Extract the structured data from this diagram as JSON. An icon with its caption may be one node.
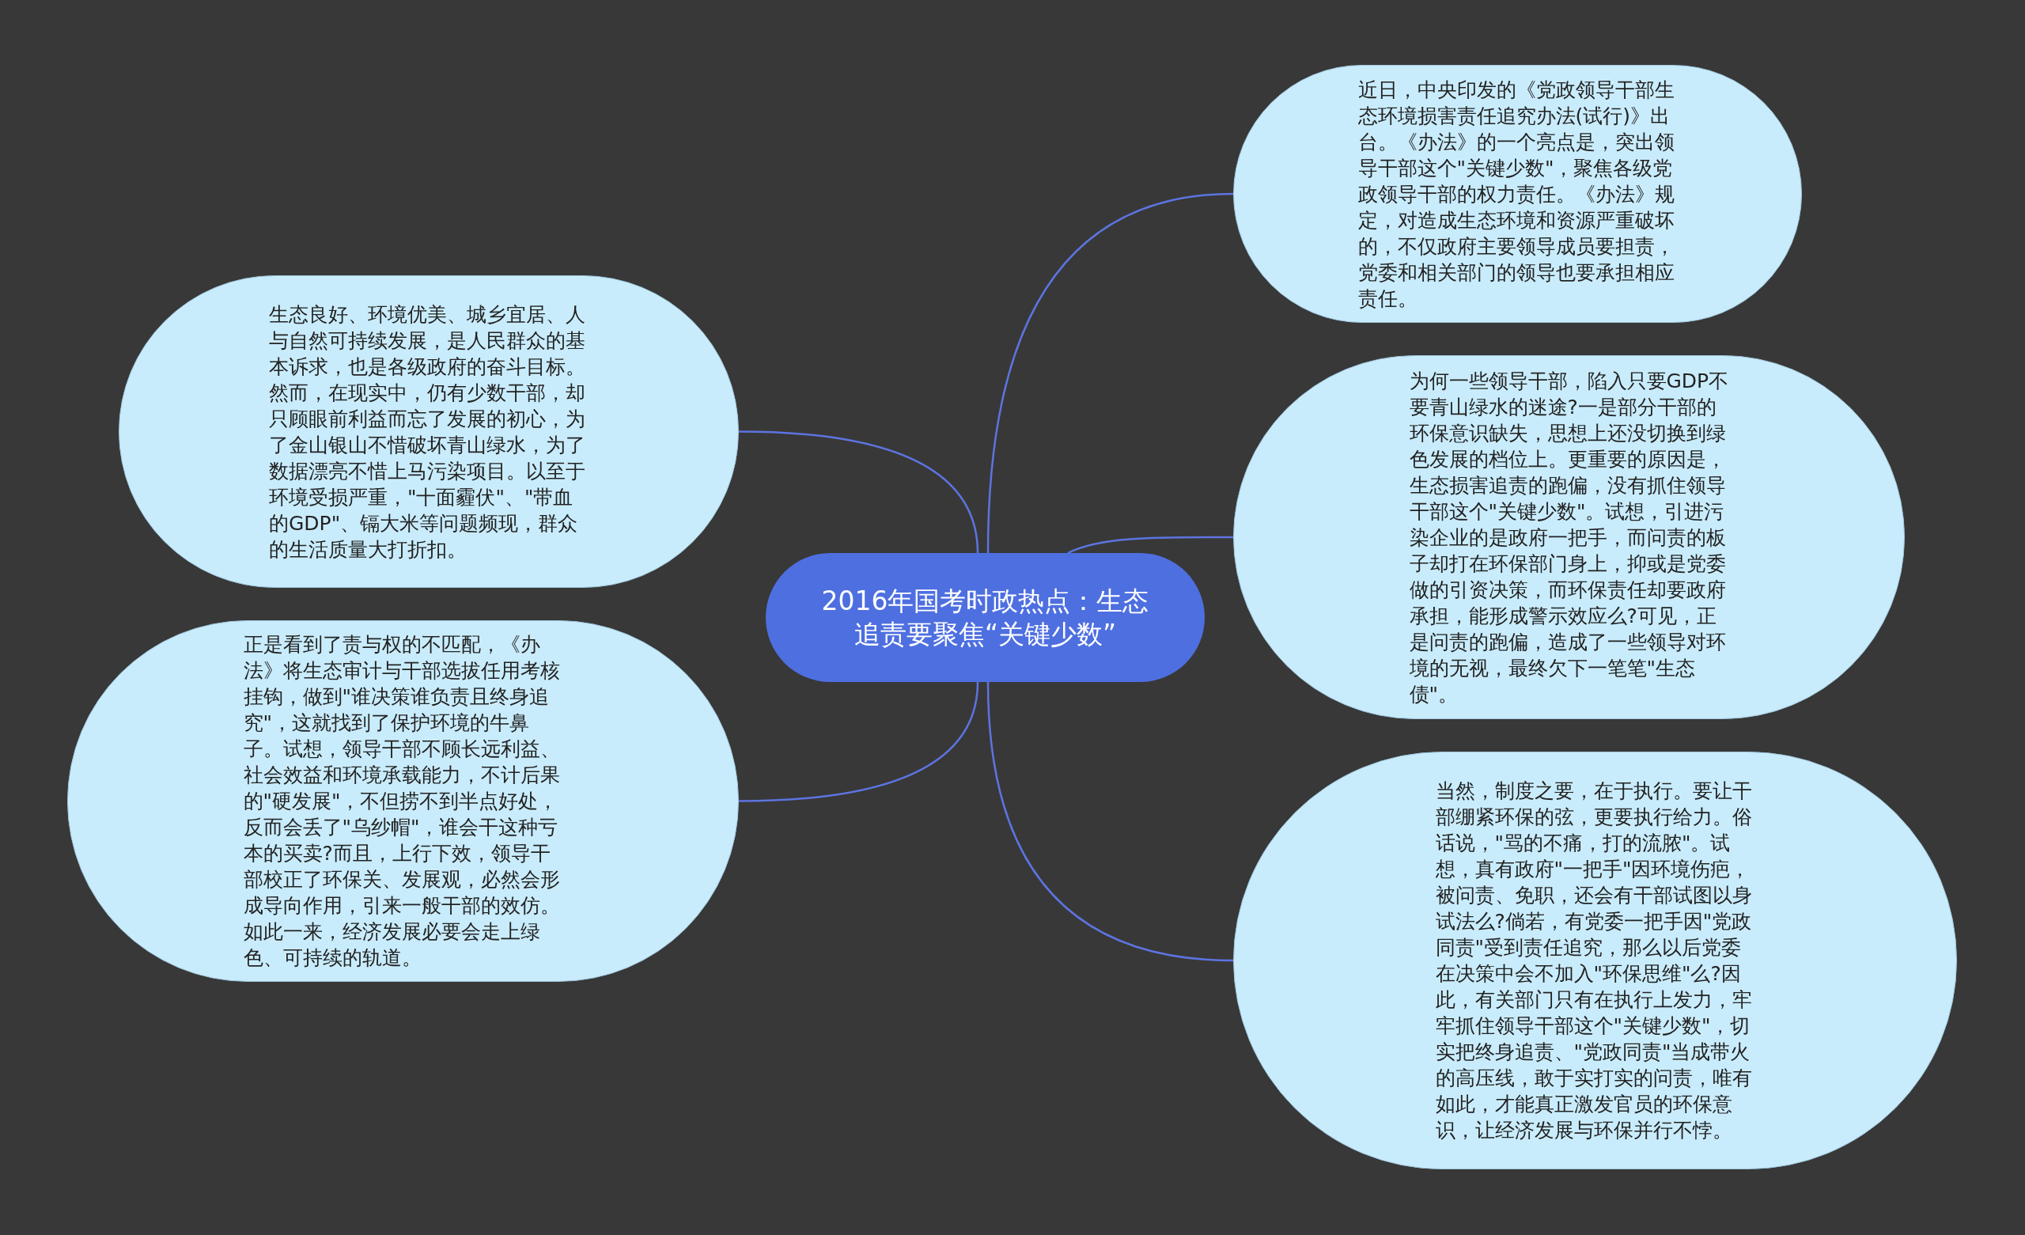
{
  "diagram": {
    "nodes": [
      {
        "text": [
          "2016年国考时政热点：生态追责要聚焦“关键少数”"
        ]
      },
      {
        "text": [
          "近日，中央印发的《党政领导干部生态环境损害责任追究办法(试行)》出台。《办法》的一个亮点是，突出领导干部这个\"关键少数\"，聚焦各级党政领导干部的权力责任。《办法》规定，对造成生态环境和资源严重破坏的，不仅政府主要领导成员要担责，党委和相关部门的领导也要承担相应责任。"
        ]
      },
      {
        "text": [
          "为何一些领导干部，陷入只要GDP不要青山绿水的迷途?一是部分干部的环保意识缺失，思想上还没切换到绿色发展的档位上。更重要的原因是，生态损害追责的跑偏，没有抓住领导干部这个\"关键少数\"。试想，引进污染企业的是政府一把手，而问责的板子却打在环保部门身上，抑或是党委做的引资决策，而环保责任却要政府承担，能形成警示效应么?可见，正是问责的跑偏，造成了一些领导对环境的无视，最终欠下一笔笔\"生态债\"。"
        ]
      },
      {
        "text": [
          "当然，制度之要，在于执行。要让干部绷紧环保的弦，更要执行给力。俗话说，\"骂的不痛，打的流脓\"。试想，真有政府\"一把手\"因环境伤疤，被问责、免职，还会有干部试图以身试法么?倘若，有党委一把手因\"党政同责\"受到责任追究，那么以后党委在决策中会不加入\"环保思维\"么?因此，有关部门只有在执行上发力，牢牢抓住领导干部这个\"关键少数\"，切实把终身追责、\"党政同责\"当成带火的高压线，敢于实打实的问责，唯有如此，才能真正激发官员的环保意识，让经济发展与环保并行不悖。"
        ]
      },
      {
        "text": [
          "生态良好、环境优美、城乡宜居、人与自然可持续发展，是人民群众的基本诉求，也是各级政府的奋斗目标。然而，在现实中，仍有少数干部，却只顾眼前利益而忘了发展的初心，为了金山银山不惜破坏青山绿水，为了数据漂亮不惜上马污染项目。以至于环境受损严重，\"十面霾伏\"、\"带血的GDP\"、镉大米等问题频现，群众的生活质量大打折扣。"
        ]
      },
      {
        "text": [
          "正是看到了责与权的不匹配，《办法》将生态审计与干部选拔任用考核挂钩，做到\"谁决策谁负责且终身追究\"，这就找到了保护环境的牛鼻子。试想，领导干部不顾长远利益、社会效益和环境承载能力，不计后果的\"硬发展\"，不但捞不到半点好处，反而会丢了\"乌纱帽\"，谁会干这种亏本的买卖?而且，上行下效，领导干部校正了环保关、发展观，必然会形成导向作用，引来一般干部的效仿。如此一来，经济发展必要会走上绿色、可持续的轨道。"
        ]
      }
    ],
    "edges": [
      {
        "from": 0,
        "to": 1,
        "arrow": "none"
      },
      {
        "from": 0,
        "to": 2,
        "arrow": "none"
      },
      {
        "from": 0,
        "to": 3,
        "arrow": "none"
      },
      {
        "from": 0,
        "to": 4,
        "arrow": "none"
      },
      {
        "from": 0,
        "to": 5,
        "arrow": "none"
      }
    ]
  }
}
